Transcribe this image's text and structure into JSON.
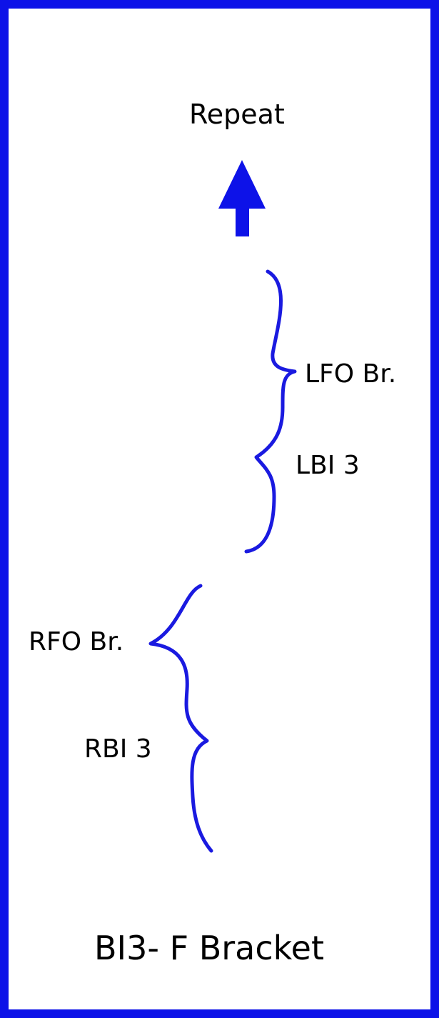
{
  "labels": {
    "repeat": "Repeat",
    "lfo": "LFO Br.",
    "lbi": "LBI 3",
    "rfo": "RFO Br.",
    "rbi": "RBI 3"
  },
  "title": "BI3- F Bracket",
  "colors": {
    "frame": "#0d12e8",
    "stroke": "#1a1ae0",
    "arrow": "#0d12e8",
    "text": "#000000"
  }
}
